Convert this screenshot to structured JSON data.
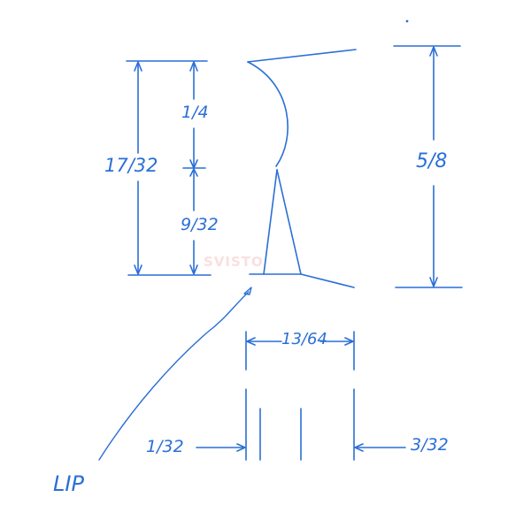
{
  "dimensions": {
    "total_left": "17/32",
    "upper_left": "1/4",
    "lower_left": "9/32",
    "total_right": "5/8",
    "width_top": "13/64",
    "side_left": "1/32",
    "side_right": "3/32"
  },
  "callout": {
    "label": "LIP"
  },
  "watermark": {
    "text": "SVISTO"
  },
  "colors": {
    "ink": "#2a6fd6",
    "paper": "#ffffff"
  }
}
